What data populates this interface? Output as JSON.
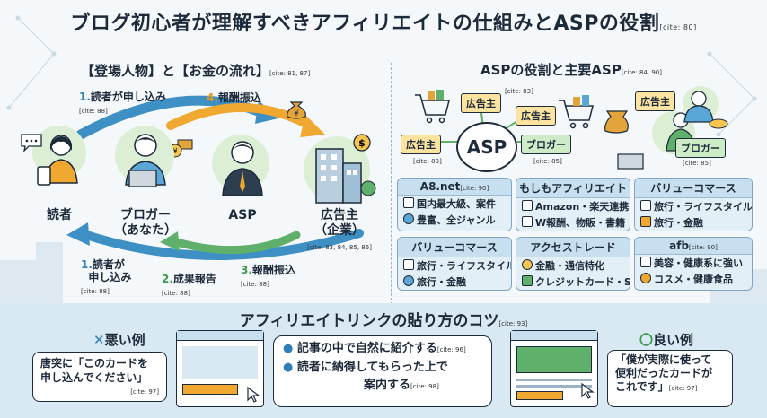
{
  "title": {
    "text": "ブログ初心者が理解すべきアフィリエイトの仕組みとASPの役割",
    "cite": "[cite: 80]"
  },
  "flow": {
    "heading": "【登場人物】と【お金の流れ】",
    "heading_cite": "[cite: 81, 87]",
    "roles": {
      "reader": "読者",
      "blogger": "ブロガー",
      "blogger_sub": "（あなた）",
      "asp": "ASP",
      "advertiser": "広告主",
      "advertiser_sub": "（企業）",
      "advertiser_cite": "[cite: 83, 84, 85, 86]"
    },
    "steps": {
      "s1_top": {
        "num": "1.",
        "text": "読者が申し込み",
        "cite": "[cite: 88]"
      },
      "s4": {
        "num": "4.",
        "text": "報酬振込"
      },
      "s1_bottom": {
        "num": "1.",
        "line1": "読者が",
        "line2": "申し込み",
        "cite": "[cite: 88]"
      },
      "s2": {
        "num": "2.",
        "text": "成果報告",
        "cite": "[cite: 88]"
      },
      "s3": {
        "num": "3.",
        "text": "報酬振込",
        "cite": "[cite: 88]"
      }
    }
  },
  "asp": {
    "heading": "ASPの役割と主要ASP",
    "heading_cite": "[cite: 84, 90]",
    "center": "ASP",
    "tags": {
      "adv_top": "広告主",
      "adv_top_cite": "[cite: 83]",
      "adv_right": "広告主",
      "adv_left": "広告主",
      "adv_left_cite": "[cite: 83]",
      "blogger": "ブロガー",
      "blogger_cite": "[cite: 85]",
      "adv_far": "広告主",
      "blogger_far": "ブロガー",
      "blogger_far_cite": "[cite: 85]"
    },
    "cards": [
      {
        "name": "A8.net",
        "cite": "[cite: 90]",
        "lines": [
          "国内最大級、案件",
          "豊富、全ジャンル"
        ]
      },
      {
        "name": "もしもアフィリエイト",
        "cite": "",
        "lines": [
          "Amazon・楽天連携",
          "W報酬、物販・書籍"
        ]
      },
      {
        "name": "バリューコマース",
        "cite": "",
        "lines": [
          "旅行・ライフスタイル",
          "旅行・金融"
        ]
      },
      {
        "name": "バリューコマース",
        "cite": "",
        "lines": [
          "旅行・ライフスタイル",
          "旅行・金融"
        ]
      },
      {
        "name": "アクセストレード",
        "cite": "",
        "lines": [
          "金融・通信特化",
          "クレジットカード・SIM"
        ]
      },
      {
        "name": "afb",
        "cite": "[cite: 90]",
        "lines": [
          "美容・健康系に強い",
          "コスメ・健康食品"
        ]
      }
    ]
  },
  "tips": {
    "heading": "アフィリエイトリンクの貼り方のコツ",
    "heading_cite": "[cite: 93]",
    "bad": {
      "mark": "✕",
      "label": "悪い例",
      "line1": "唐突に「このカードを",
      "line2": "申し込んでください」",
      "cite": "[cite: 97]"
    },
    "center": {
      "p1": "記事の中で自然に紹介する",
      "p1_cite": "[cite: 96]",
      "p2a": "読者に納得してもらった上で",
      "p2b": "案内する",
      "p2_cite": "[cite: 98]"
    },
    "good": {
      "mark": "〇",
      "label": "良い例",
      "line1": "「僕が実際に使って",
      "line2": "便利だったカードが",
      "line3": "これです」",
      "cite": "[cite: 97]"
    }
  },
  "colors": {
    "blue_arrow": "#3d8fc4",
    "green_arrow": "#5fb06b",
    "orange_arrow": "#f0a830",
    "accent_green": "#dcefd5"
  }
}
